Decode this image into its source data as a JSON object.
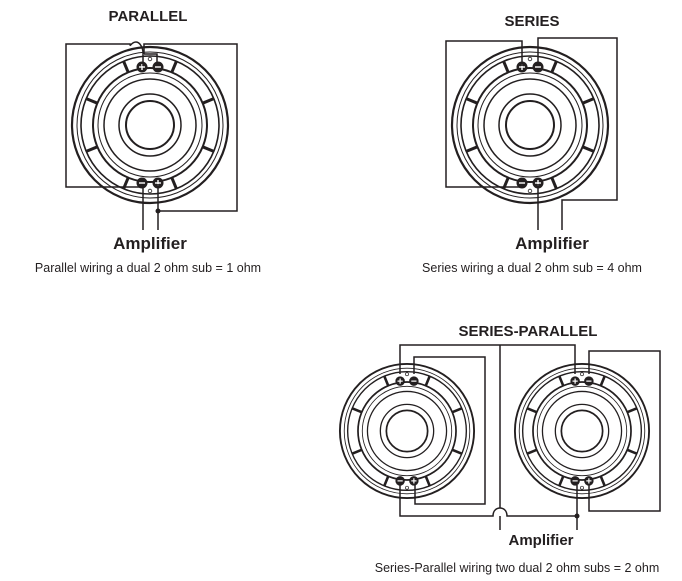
{
  "parallel": {
    "title": "PARALLEL",
    "amplifier_label": "Amplifier",
    "caption": "Parallel wiring a dual 2 ohm sub = 1 ohm"
  },
  "series": {
    "title": "SERIES",
    "amplifier_label": "Amplifier",
    "caption": "Series wiring a dual 2 ohm sub = 4 ohm"
  },
  "series_parallel": {
    "title": "SERIES-PARALLEL",
    "amplifier_label": "Amplifier",
    "caption": "Series-Parallel wiring two dual 2 ohm subs = 2 ohm"
  },
  "colors": {
    "ink": "#231f20",
    "background": "#ffffff"
  }
}
